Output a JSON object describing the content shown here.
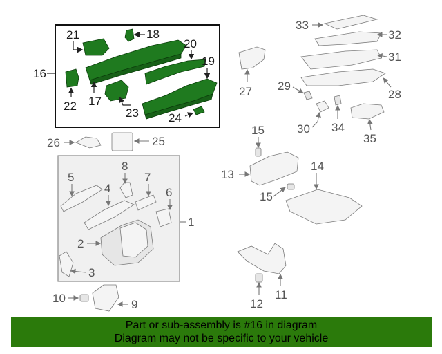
{
  "callouts": {
    "c1": "1",
    "c2": "2",
    "c3": "3",
    "c4": "4",
    "c5": "5",
    "c6": "6",
    "c7": "7",
    "c8": "8",
    "c9": "9",
    "c10": "10",
    "c11": "11",
    "c12": "12",
    "c13": "13",
    "c14": "14",
    "c15a": "15",
    "c15b": "15",
    "c16": "16",
    "c17": "17",
    "c18": "18",
    "c19": "19",
    "c20": "20",
    "c21": "21",
    "c22": "22",
    "c23": "23",
    "c24": "24",
    "c25": "25",
    "c26": "26",
    "c27": "27",
    "c28": "28",
    "c29": "29",
    "c30": "30",
    "c31": "31",
    "c32": "32",
    "c33": "33",
    "c34": "34",
    "c35": "35"
  },
  "highlighted_part": "16",
  "colors": {
    "highlight": "#1f7a1f",
    "banner": "#2b7a0b"
  },
  "banner": {
    "line1": "Part or sub-assembly is #16 in diagram",
    "line2": "Diagram may not be specific to your vehicle"
  }
}
